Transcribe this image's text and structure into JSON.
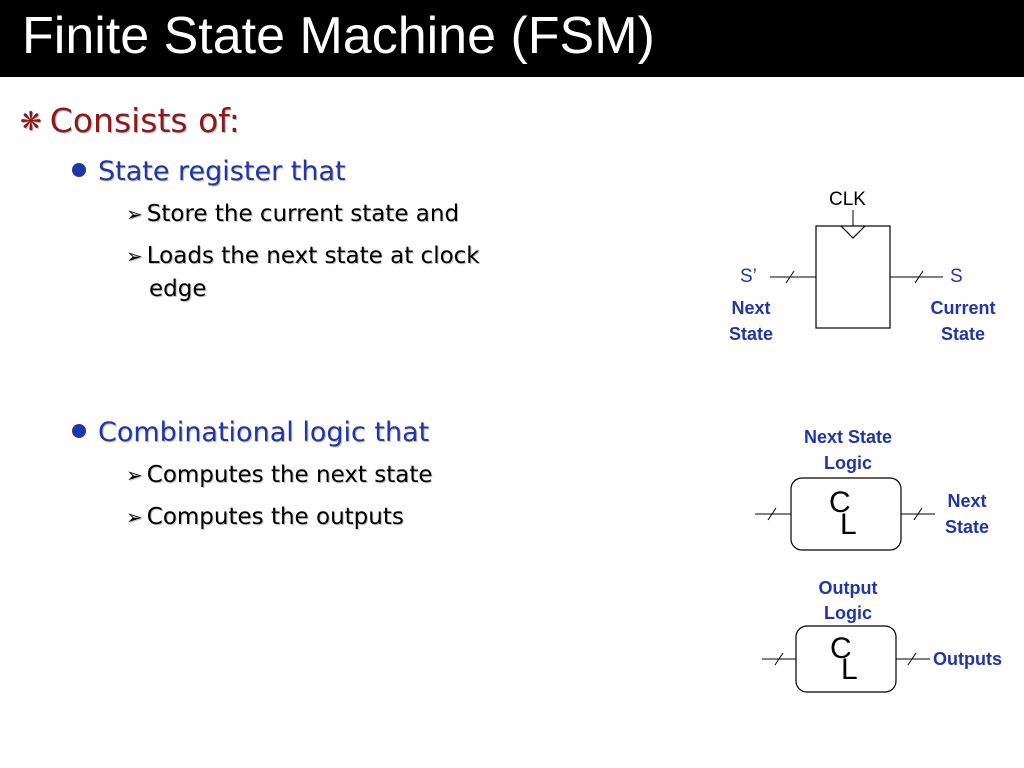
{
  "slide": {
    "title": "Finite State Machine (FSM)",
    "heading": {
      "bullet_icon": "asterisk-bullet-icon",
      "text": "Consists of:"
    },
    "sections": [
      {
        "label": "State register that",
        "items": [
          {
            "line1": "Store the current state and",
            "line2": ""
          },
          {
            "line1": "Loads the next state at clock",
            "line2": "edge"
          }
        ]
      },
      {
        "label": "Combinational logic that",
        "items": [
          {
            "line1": "Computes the next state",
            "line2": ""
          },
          {
            "line1": "Computes the outputs",
            "line2": ""
          }
        ]
      }
    ]
  },
  "register": {
    "clock": "CLK",
    "input": "S’",
    "output": "S",
    "input_caption": [
      "Next",
      "State"
    ],
    "output_caption": [
      "Current",
      "State"
    ]
  },
  "next_state_logic": {
    "caption": [
      "Next State",
      "Logic"
    ],
    "block_c": "C",
    "block_l": "L",
    "output_caption": [
      "Next",
      "State"
    ]
  },
  "output_logic": {
    "caption": [
      "Output",
      "Logic"
    ],
    "block_c": "C",
    "block_l": "L",
    "output_caption": "Outputs"
  },
  "colors": {
    "title_background": "#000000",
    "heading": "#8B1A1A",
    "section": "#1F35A8",
    "diagram_label": "#1F35A8"
  }
}
